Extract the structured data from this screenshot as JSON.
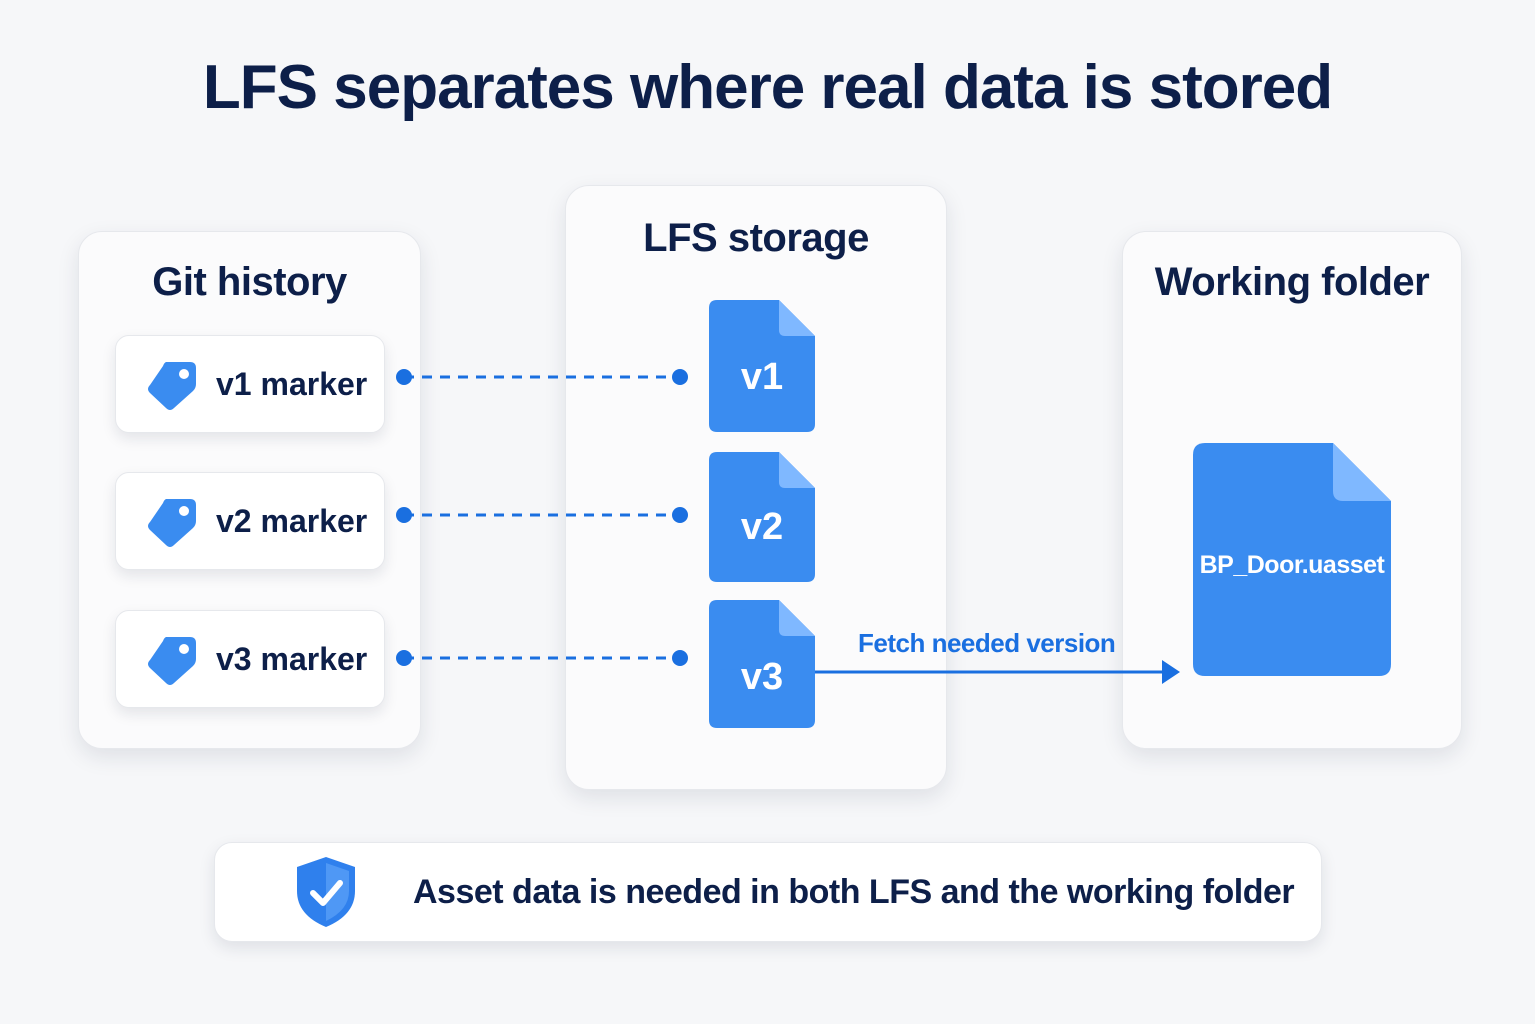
{
  "title": "LFS separates where real data is stored",
  "colors": {
    "accent": "#1a6fe0",
    "file_fill": "#3a8cf0",
    "file_fold": "#7fb8ff",
    "title_text": "#0d1f49"
  },
  "git_history": {
    "title": "Git history",
    "markers": [
      {
        "label": "v1 marker",
        "icon": "tag-icon"
      },
      {
        "label": "v2 marker",
        "icon": "tag-icon"
      },
      {
        "label": "v3 marker",
        "icon": "tag-icon"
      }
    ]
  },
  "lfs_storage": {
    "title": "LFS storage",
    "files": [
      {
        "label": "v1",
        "icon": "file-icon"
      },
      {
        "label": "v2",
        "icon": "file-icon"
      },
      {
        "label": "v3",
        "icon": "file-icon"
      }
    ]
  },
  "working_folder": {
    "title": "Working folder",
    "file": {
      "label": "BP_Door.uasset",
      "icon": "file-icon"
    }
  },
  "fetch_arrow": {
    "label": "Fetch needed version"
  },
  "note": {
    "text": "Asset data is needed in both LFS and the working folder",
    "icon": "shield-check-icon"
  }
}
